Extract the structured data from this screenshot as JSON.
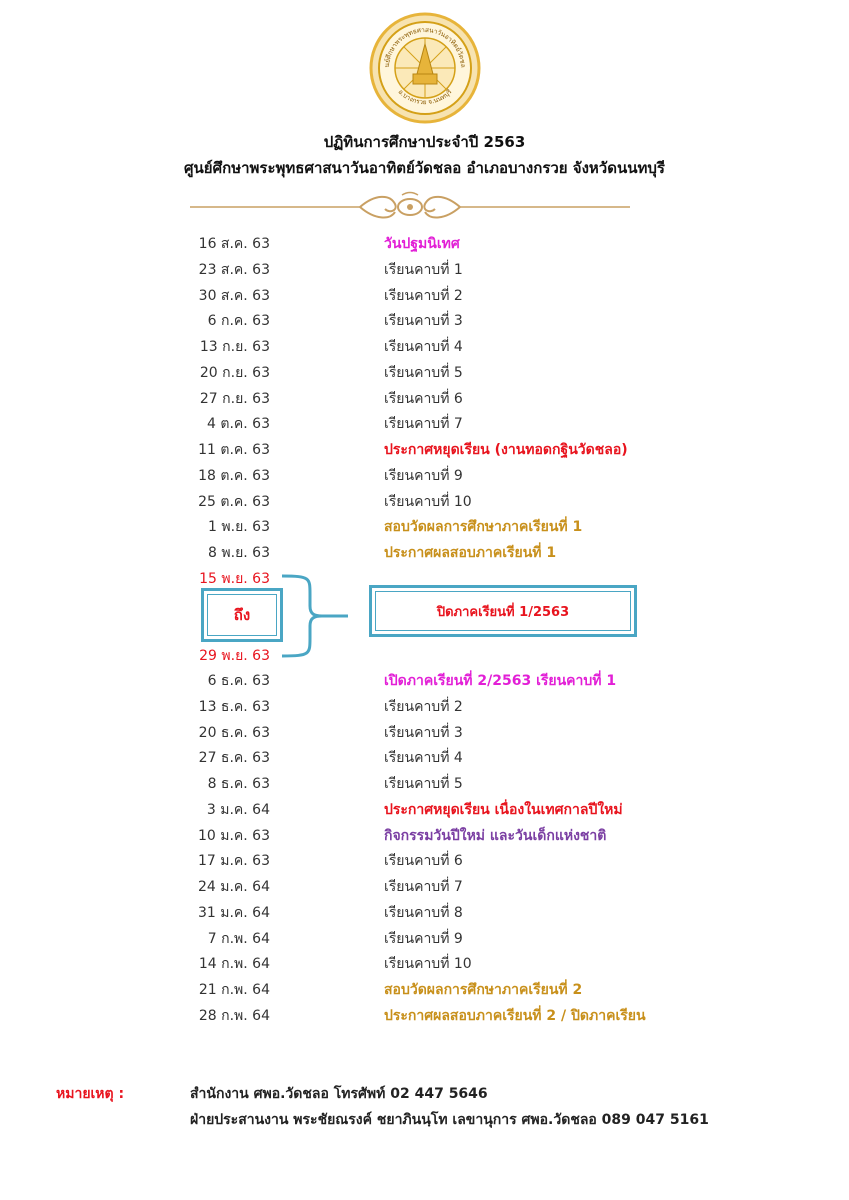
{
  "logo": {
    "top_text": "ศูนย์ศึกษาพระพุทธศาสนาวันอาทิตย์วัดชลอ",
    "bottom_text": "อ.บางกรวย จ.นนทบุรี",
    "colors": {
      "gold": "#d4a017",
      "ring": "#e7b43a"
    }
  },
  "header": {
    "title": "ปฏิทินการศึกษาประจำปี  2563",
    "subtitle": "ศูนย์ศึกษาพระพุทธศาสนาวันอาทิตย์วัดชลอ อำเภอบางกรวย จังหวัดนนทบุรี"
  },
  "schedule": [
    {
      "date": "16 ส.ค. 63",
      "event": "วันปฐมนิเทศ",
      "style": "magenta"
    },
    {
      "date": "23 ส.ค. 63",
      "event": "เรียนคาบที่ 1",
      "style": "normal"
    },
    {
      "date": "30 ส.ค. 63",
      "event": "เรียนคาบที่ 2",
      "style": "normal"
    },
    {
      "date": "6 ก.ค. 63",
      "event": "เรียนคาบที่ 3",
      "style": "normal"
    },
    {
      "date": "13 ก.ย. 63",
      "event": "เรียนคาบที่ 4",
      "style": "normal"
    },
    {
      "date": "20 ก.ย. 63",
      "event": "เรียนคาบที่ 5",
      "style": "normal"
    },
    {
      "date": "27 ก.ย. 63",
      "event": "เรียนคาบที่ 6",
      "style": "normal"
    },
    {
      "date": "4 ต.ค. 63",
      "event": "เรียนคาบที่ 7",
      "style": "normal"
    },
    {
      "date": "11 ต.ค. 63",
      "event": "ประกาศหยุดเรียน (งานทอดกฐินวัดชลอ)",
      "style": "red"
    },
    {
      "date": "18 ต.ค. 63",
      "event": "เรียนคาบที่ 9",
      "style": "normal"
    },
    {
      "date": "25 ต.ค. 63",
      "event": "เรียนคาบที่ 10",
      "style": "normal"
    },
    {
      "date": "1 พ.ย. 63",
      "event": "สอบวัดผลการศึกษาภาคเรียนที่ 1",
      "style": "gold"
    },
    {
      "date": "8 พ.ย. 63",
      "event": "ประกาศผลสอบภาคเรียนที่ 1",
      "style": "gold"
    },
    {
      "date": "15 พ.ย. 63",
      "event": "",
      "style": "date-red"
    }
  ],
  "break_period": {
    "to_label": "ถึง",
    "end_date": "29 พ.ย. 63",
    "label": "ปิดภาคเรียนที่ 1/2563"
  },
  "schedule2": [
    {
      "date": "6 ธ.ค. 63",
      "event": "เปิดภาคเรียนที่ 2/2563  เรียนคาบที่ 1",
      "style": "magenta"
    },
    {
      "date": "13 ธ.ค. 63",
      "event": "เรียนคาบที่ 2",
      "style": "normal"
    },
    {
      "date": "20 ธ.ค. 63",
      "event": "เรียนคาบที่ 3",
      "style": "normal"
    },
    {
      "date": "27 ธ.ค. 63",
      "event": "เรียนคาบที่ 4",
      "style": "normal"
    },
    {
      "date": "8 ธ.ค. 63",
      "event": "เรียนคาบที่ 5",
      "style": "normal"
    },
    {
      "date": "3 ม.ค. 64",
      "event": "ประกาศหยุดเรียน เนื่องในเทศกาลปีใหม่",
      "style": "red"
    },
    {
      "date": "10 ม.ค. 63",
      "event": "กิจกรรมวันปีใหม่ และวันเด็กแห่งชาติ",
      "style": "purple"
    },
    {
      "date": "17 ม.ค. 63",
      "event": "เรียนคาบที่ 6",
      "style": "normal"
    },
    {
      "date": "24 ม.ค. 64",
      "event": "เรียนคาบที่ 7",
      "style": "normal"
    },
    {
      "date": "31 ม.ค. 64",
      "event": "เรียนคาบที่ 8",
      "style": "normal"
    },
    {
      "date": "7 ก.พ. 64",
      "event": "เรียนคาบที่ 9",
      "style": "normal"
    },
    {
      "date": "14 ก.พ. 64",
      "event": "เรียนคาบที่ 10",
      "style": "normal"
    },
    {
      "date": "21 ก.พ. 64",
      "event": "สอบวัดผลการศึกษาภาคเรียนที่ 2",
      "style": "gold"
    },
    {
      "date": "28 ก.พ. 64",
      "event": "ประกาศผลสอบภาคเรียนที่ 2 / ปิดภาคเรียน",
      "style": "gold"
    }
  ],
  "notes": {
    "label": "หมายเหตุ :",
    "line1": "สำนักงาน ศพอ.วัดชลอ   โทรศัพท์ 02 447 5646",
    "line2": "ฝ่ายประสานงาน พระชัยณรงค์ ชยาภินนฺโท เลขานุการ ศพอ.วัดชลอ 089 047 5161"
  },
  "colors": {
    "magenta": "#e21fd6",
    "red": "#e8141e",
    "gold": "#c8901b",
    "purple": "#7b3fa3",
    "frame_blue": "#4aa6c4"
  }
}
